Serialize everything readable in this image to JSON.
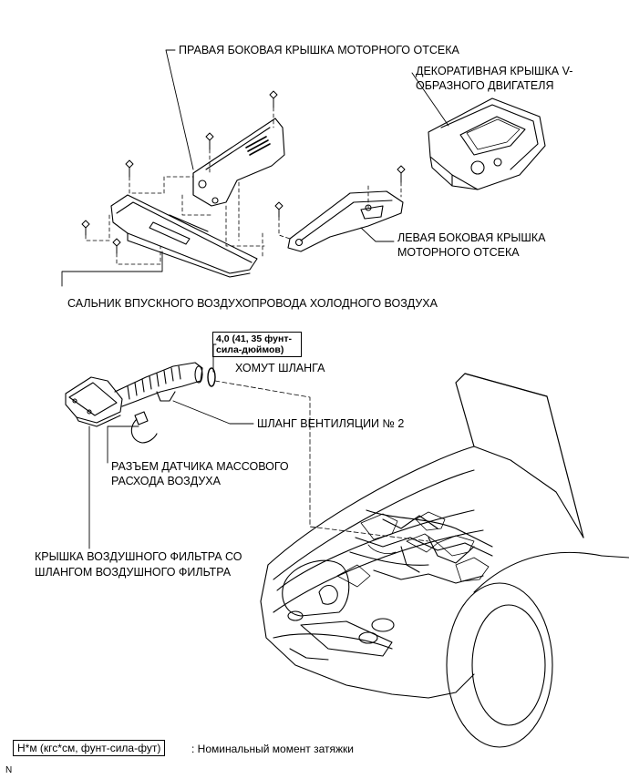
{
  "labels": {
    "right_cover": "ПРАВАЯ БОКОВАЯ КРЫШКА МОТОРНОГО ОТСЕКА",
    "deco_cover_line1": "ДЕКОРАТИВНАЯ КРЫШКА V-",
    "deco_cover_line2": "ОБРАЗНОГО ДВИГАТЕЛЯ",
    "left_cover_line1": "ЛЕВАЯ БОКОВАЯ КРЫШКА",
    "left_cover_line2": "МОТОРНОГО ОТСЕКА",
    "seal": "САЛЬНИК ВПУСКНОГО ВОЗДУХОПРОВОДА ХОЛОДНОГО ВОЗДУХА",
    "clamp": "ХОМУТ ШЛАНГА",
    "vent_hose": "ШЛАНГ ВЕНТИЛЯЦИИ № 2",
    "maf_line1": "РАЗЪЕМ ДАТЧИКА МАССОВОГО",
    "maf_line2": "РАСХОДА ВОЗДУХА",
    "filter_line1": "КРЫШКА ВОЗДУШНОГО ФИЛЬТРА СО",
    "filter_line2": "ШЛАНГОМ ВОЗДУШНОГО ФИЛЬТРА"
  },
  "torque": {
    "line1": "4,0 (41, 35 фунт-",
    "line2": "сила-дюймов)"
  },
  "legend": {
    "box": "Н*м (кгс*см, фунт-сила-фут)",
    "text": ": Номинальный момент затяжки"
  },
  "corner_code": "N"
}
